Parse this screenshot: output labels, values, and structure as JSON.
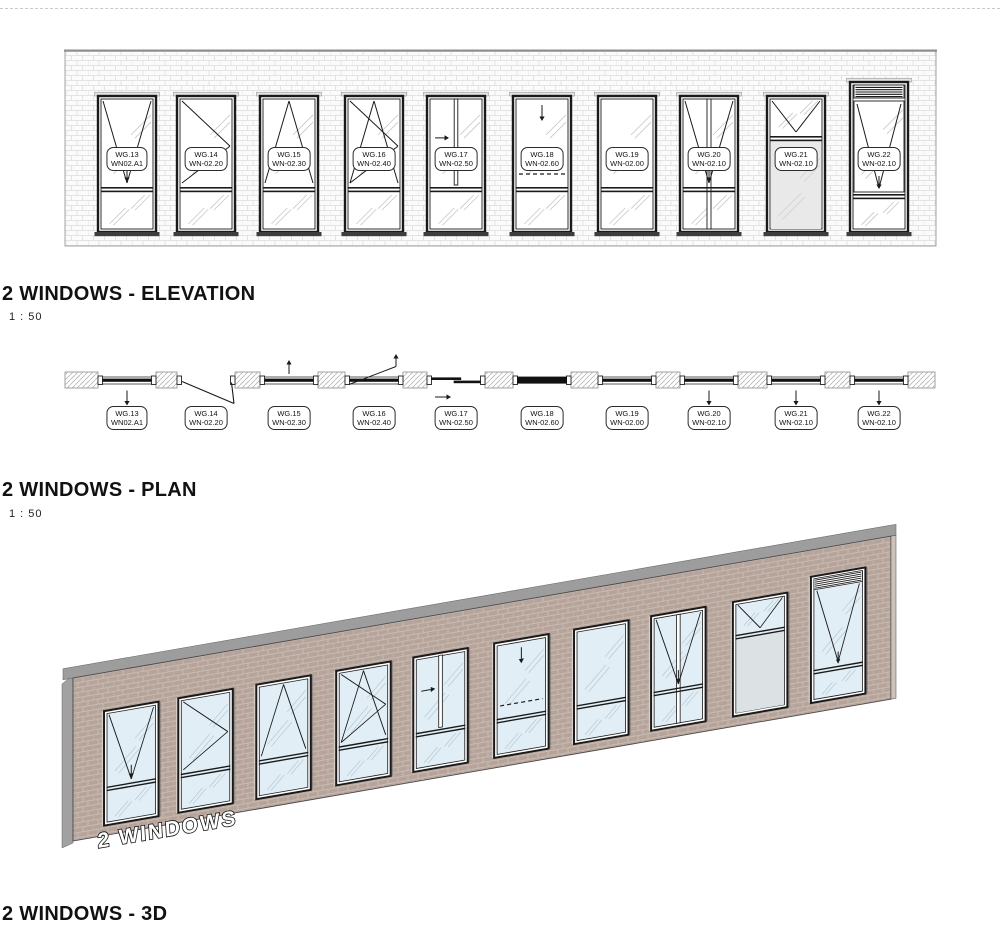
{
  "sheet": {
    "views": [
      {
        "name": "elevation",
        "title": "2 WINDOWS - ELEVATION",
        "scale": "1 : 50"
      },
      {
        "name": "plan",
        "title": "2 WINDOWS - PLAN",
        "scale": "1 : 50"
      },
      {
        "name": "3d",
        "title": "2 WINDOWS - 3D",
        "label": "2 WINDOWS"
      }
    ]
  },
  "windows": [
    {
      "id": "WG.13",
      "mark": "WN02.A1",
      "type": "top-hung"
    },
    {
      "id": "WG.14",
      "mark": "WN-02.20",
      "type": "side-hung"
    },
    {
      "id": "WG.15",
      "mark": "WN-02.30",
      "type": "bottom-hung"
    },
    {
      "id": "WG.16",
      "mark": "WN-02.40",
      "type": "tilt-turn"
    },
    {
      "id": "WG.17",
      "mark": "WN-02.50",
      "type": "slider-h"
    },
    {
      "id": "WG.18",
      "mark": "WN-02.60",
      "type": "slider-v"
    },
    {
      "id": "WG.19",
      "mark": "WN-02.00",
      "type": "fixed"
    },
    {
      "id": "WG.20",
      "mark": "WN-02.10",
      "type": "mullion-top-hung"
    },
    {
      "id": "WG.21",
      "mark": "WN-02.10",
      "type": "transom-panel"
    },
    {
      "id": "WG.22",
      "mark": "WN-02.10",
      "type": "louver-top-hung"
    }
  ],
  "colors": {
    "brick": "#b6a49b",
    "mortar": "#c8bbb2",
    "glass": "#e2eef6",
    "glass_hatch": "#b8cad4",
    "wall_cap": "#9d9d9d",
    "frame": "#1a1a1a",
    "panel": "#e9e9e9",
    "elev_brick_line": "#e3e3e3"
  }
}
